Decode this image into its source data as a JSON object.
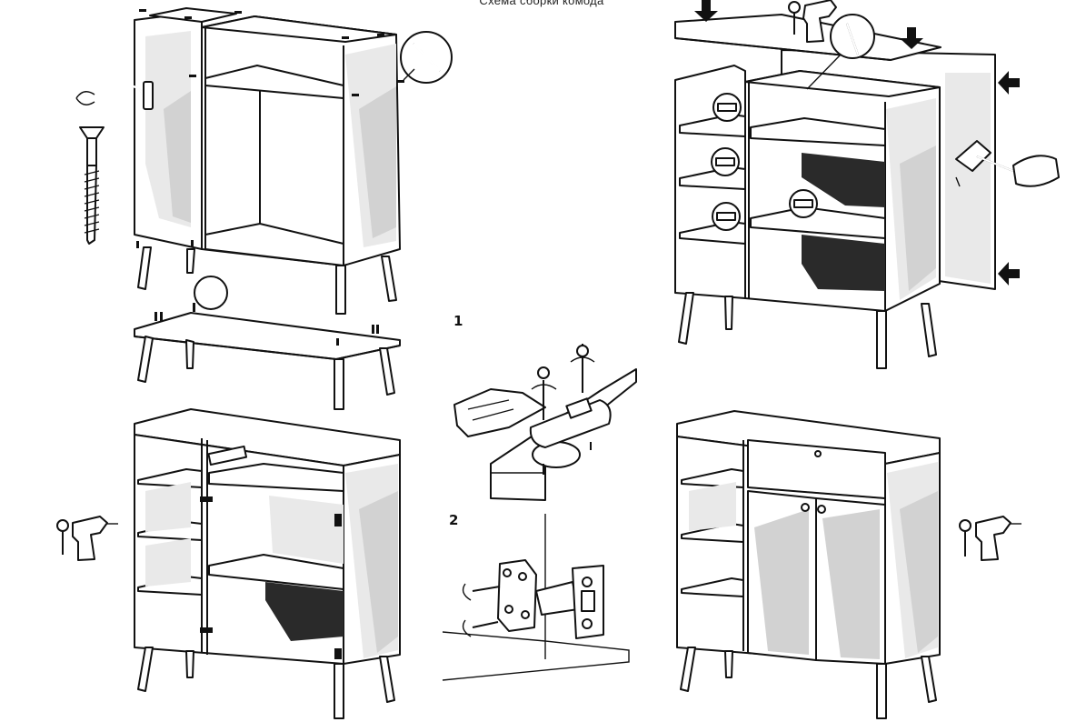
{
  "title": "Схема сборки комода",
  "steps": {
    "hinge_step_1": "1",
    "hinge_step_2": "2"
  },
  "icons": [
    "screwdriver-icon",
    "drill-icon",
    "hammer-icon",
    "hex-key-icon",
    "screw-icon",
    "arrow-down-icon",
    "arrow-left-icon",
    "dowel-icon"
  ]
}
